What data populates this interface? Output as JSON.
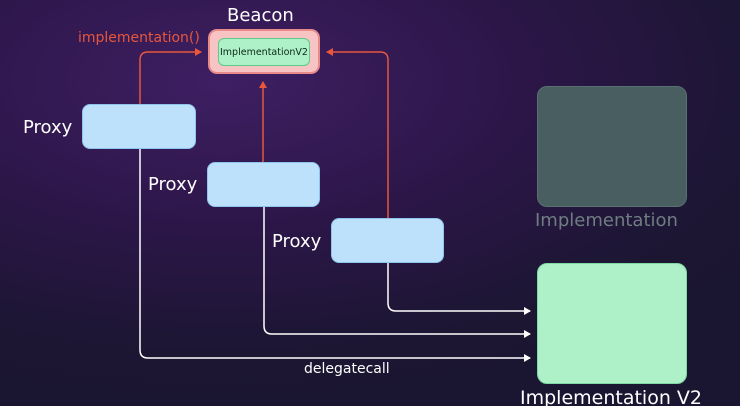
{
  "beacon": {
    "title": "Beacon",
    "impl_label": "ImplementationV2"
  },
  "call_label": "implementation()",
  "proxies": [
    {
      "label": "Proxy"
    },
    {
      "label": "Proxy"
    },
    {
      "label": "Proxy"
    }
  ],
  "implementation_old": {
    "label": "Implementation"
  },
  "implementation_new": {
    "label": "Implementation V2"
  },
  "delegate_label": "delegatecall",
  "colors": {
    "call_arrow": "#e8563c",
    "delegate_arrow": "#ffffff",
    "proxy_fill": "#bde0fb",
    "beacon_fill": "#f7c3c3",
    "impl_v2_fill": "#aef0c7",
    "impl_old_fill": "#495e60"
  }
}
